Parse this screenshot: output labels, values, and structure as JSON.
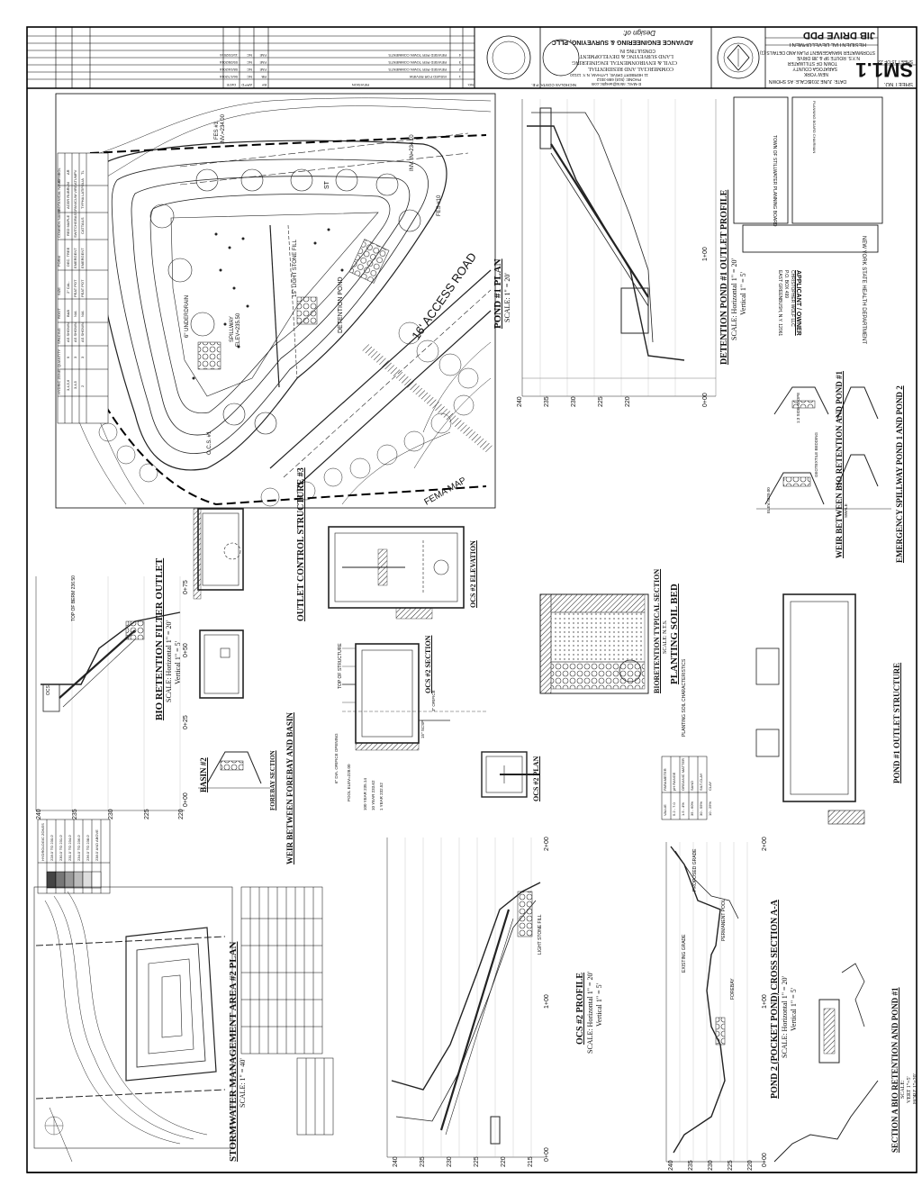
{
  "sheet": {
    "company": "ADVANCE ENGINEERING & SURVEYING, PLLC",
    "design_of": "Design of:",
    "consulting": "CONSULTING IN:",
    "services": [
      "LAND SURVEYING & DEVELOPMENT",
      "CIVIL & ENVIRONMENTAL ENGINEERING",
      "COMMERCIAL AND RESIDENTIAL"
    ],
    "address": "11 HERBERT DRIVE, LATHAM, N.Y. 12110",
    "phone": "PHONE: (518) 698-3012",
    "email": "E-MAIL: nkris@aesplic.com",
    "engineer": "NICHOLAS COSTA, P.E.",
    "project_name": "JIB DRIVE PDD",
    "project_type": "RESIDENTIAL DEVELOPMENT",
    "sheet_description": [
      "STORMWATER MANAGEMENT PLAN AND DETAILS (1)",
      "N.Y.S. ROUTE 9P & JIB DRIVE",
      "TOWN OF STILLWATER",
      "SARATOGA COUNTY",
      "NEW YORK"
    ],
    "date": "DATE: JUNE 2016",
    "scale": "SCALE: AS SHOWN",
    "sheet_of": "SHEET 15 OF 22",
    "sheet_no": "SM1.1",
    "sheet_label": "SHEET NO."
  },
  "revisions": {
    "header": {
      "no": "NO.",
      "revision": "REVISION",
      "by": "BY",
      "appd": "APP'D",
      "date": "DATE"
    },
    "rows": [
      {
        "no": "1",
        "revision": "ISSUED FOR REVIEW",
        "by": "RB",
        "appd": "NC",
        "date": "06/17/2016"
      },
      {
        "no": "2",
        "revision": "REVISED PER TOWN COMMENTS",
        "by": "FAE",
        "appd": "NC",
        "date": "08/16/2016"
      },
      {
        "no": "3",
        "revision": "REVISED PER TOWN COMMENTS",
        "by": "FAE",
        "appd": "NC",
        "date": "09/28/2016"
      },
      {
        "no": "4",
        "revision": "REVISED PER TOWN COMMENTS",
        "by": "FAE",
        "appd": "NC",
        "date": "11/03/2016"
      }
    ]
  },
  "stamps": {
    "town": "TOWN OF STILLWATER PLANNING BOARD",
    "planning_chairman": "PLANNING BOARD CHAIRMAN",
    "health_dept": "NEW YORK STATE HEALTH DEPARTMENT",
    "applicant_title": "APPLICANT / OWNER",
    "applicant_lines": [
      "CHRISTOPHER WOLF LLC",
      "P.O. BOX 499",
      "EAST GREENBUSH, N.Y. 12061"
    ]
  },
  "titles": {
    "pond1_plan": "POND #1 PLAN",
    "pond1_plan_scale": "SCALE: 1\" = 20'",
    "det_outlet": "DETENTION POND #1 OUTLET PROFILE",
    "det_outlet_scale": "SCALE: Horizontal 1\" = 20'",
    "det_outlet_vscale": "Vertical 1\" = 5'",
    "weir_bio": "WEIR BETWEEN BIO RETENTION AND POND #1",
    "spillway": "EMERGENCY SPILLWAY POND 1 AND POND 2",
    "pond1_ocs": "POND #1 OUTLET STRUCTURE",
    "bio_typ": "BIORETENTION TYPICAL SECTION",
    "bio_typ_scale": "SCALE: N.T.S.",
    "planting": "PLANTING SOIL BED",
    "planting_table_title": "PLANTING SOIL CHARACTERISTICS",
    "ocs2_elev": "OCS #2 ELEVATION",
    "ocs2_sect": "OCS #2 SECTION",
    "ocs2_plan": "OCS #2 PLAN",
    "ocs3": "OUTLET CONTROL STRUCTURE #3",
    "bio_filter": "BIO RETENTION FILTER OUTLET",
    "bio_filter_scale": "SCALE: Horizontal 1\" = 20'",
    "bio_filter_vscale": "Vertical 1\" = 5'",
    "basin2": "BASIN #2",
    "forebay": "FOREBAY SECTION",
    "weir_forebay": "WEIR BETWEEN FOREBAY AND BASIN",
    "ocs2_profile": "OCS #2 PROFILE",
    "ocs2_profile_scale": "SCALE: Horizontal 1\" = 20'",
    "ocs2_profile_vscale": "Vertical 1\" = 5'",
    "pond2": "POND 2 (POCKET POND) CROSS SECTION A-A",
    "pond2_scale": "SCALE: Horizontal 1\" = 20'",
    "pond2_vscale": "Vertical 1\" = 5'",
    "sect_a": "SECTION A BIO RETENTION AND POND #1",
    "sect_a_scale": "SCALE:",
    "sect_a_vert": "VERT 1\"=5'",
    "sect_a_horz": "HORZ 1\"=20'",
    "swm2": "STORMWATER MANAGEMENT AREA #2 PLAN",
    "swm2_scale": "SCALE: 1\" = 40'"
  },
  "plan_labels": {
    "access_road": "16' ACCESS ROAD",
    "fema": "FEMA MAP",
    "spillway": "SPILLWAY",
    "spillway_elev": "ELEV=235.50",
    "underdrain": "6\" UNDERDRAIN",
    "detention": "DETENTION POND",
    "light_stone": "15\" LIGHT STONE FILL",
    "fes1": "FES #1",
    "fes1_inv": "INV.=234.00",
    "fes10": "FES #10",
    "inv_in": "INV. IN=234.10",
    "ocs1": "O.C.S. #1",
    "st": "ST"
  },
  "plant_table": {
    "headers": [
      "SYMBOL",
      "BOTANICAL NAME",
      "COMMON NAME",
      "FORM",
      "SIZE",
      "ROOT",
      "SPACING",
      "QUANTITY",
      "HYDRIC ZONE"
    ],
    "rows": [
      [
        "AR",
        "ACER RUBRUM",
        "RED MAPLE",
        "DEC. TREE",
        "2\" CAL.",
        "B&B",
        "AS SHOWN",
        "9",
        "3,4,5,6"
      ],
      [
        "PV",
        "PANICUM VIRGATUM",
        "SWITCHGRASS",
        "EMERGENT",
        "PEAT POT",
        "N/A",
        "AS SHOWN",
        "3",
        "3,4,5"
      ],
      [
        "TL",
        "TYPHA LATIFOLIA",
        "CATTAILS",
        "EMERGENT",
        "PEAT POT",
        "N/A",
        "AS SHOWN",
        "3",
        "2"
      ]
    ]
  },
  "hydro_zones": {
    "title": "HYDROLOGIC ZONES",
    "rows": [
      "228.0' TO 230.0'",
      "230.0' TO 231.0'",
      "231.0' TO 234.0'",
      "234.0' TO 236.0'",
      "236.0' TO 238.0'",
      "238.0' AND ABOVE"
    ]
  },
  "soil_table": {
    "headers": [
      "PARAMETER",
      "VALUE"
    ],
    "rows": [
      [
        "pH RANGE",
        "5.2 - 7.0"
      ],
      [
        "ORGANIC MATTER",
        "1.5 - 4%"
      ],
      [
        "SAND",
        "35 - 60%"
      ],
      [
        "SILT-CLAY",
        "30 - 55%"
      ],
      [
        "CLAY",
        "10 - 25%"
      ]
    ]
  },
  "axis": {
    "elevs_a": [
      "240",
      "235",
      "230",
      "225",
      "220"
    ],
    "elevs_b": [
      "240",
      "235",
      "230",
      "225",
      "220",
      "215"
    ],
    "stations": [
      "0+00",
      "0+25",
      "0+50",
      "0+75"
    ],
    "stations_b": [
      "0+00",
      "1+00",
      "2+00"
    ],
    "stations_c": [
      "0+00",
      "1+00"
    ]
  },
  "notes": {
    "exist_grade": "EXISTING GRADE",
    "prop_grade": "PROPOSED GRADE",
    "light_stone": "LIGHT STONE FILL",
    "top_berm": "TOP OF BERM 236.50",
    "forebay": "FOREBAY",
    "perm_pool": "PERMANENT POOL",
    "geotextile": "GEOTEXTILE BEDDING",
    "side_slope": "1:3 SIDE SLOPE",
    "swale": "SWALE",
    "elev_1": "ELEV.=229.00",
    "ocs": "OCS",
    "top_struct": "TOP OF STRUCTURE",
    "orifice": "6\" DIA. ORIFICE OPENING",
    "storm_pipe": "15\" SCSP",
    "wq_orifice": "3\" ORIFICE",
    "yr100": "100 YEAR 235.14",
    "yr10": "10 YEAR 233.62",
    "yr1": "1 YEAR 232.52",
    "pool_elev": "POOL ELEV=228.00"
  }
}
